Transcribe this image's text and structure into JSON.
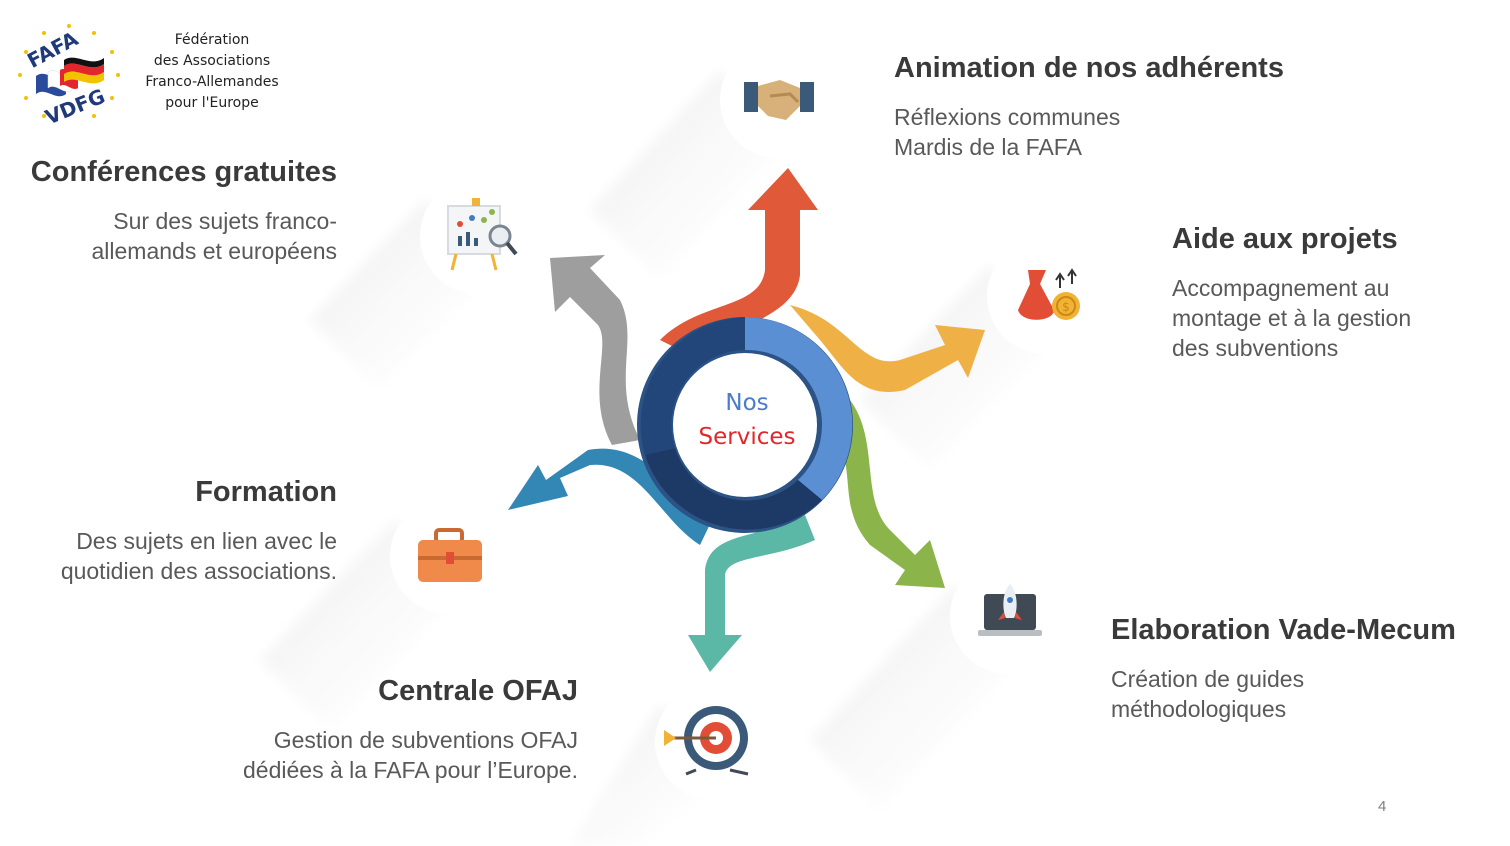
{
  "logo": {
    "text_top": "FAFA",
    "text_bottom": "VDFG",
    "org_lines": [
      "Fédération",
      "des Associations",
      "Franco-Allemandes",
      "pour l'Europe"
    ]
  },
  "center": {
    "line1": "Nos",
    "line2": "Services"
  },
  "services": [
    {
      "title": "Animation de nos adhérents",
      "lines": [
        "Réflexions communes",
        "Mardis de la FAFA"
      ],
      "icon": "handshake-icon",
      "color": "#e05a3a"
    },
    {
      "title": "Aide aux projets",
      "lines": [
        "Accompagnement au",
        "montage et à la gestion",
        "des subventions"
      ],
      "icon": "money-bag-icon",
      "color": "#efb146"
    },
    {
      "title": "Elaboration Vade-Mecum",
      "lines": [
        "Création de guides",
        "méthodologiques"
      ],
      "icon": "laptop-rocket-icon",
      "color": "#8bb54b"
    },
    {
      "title": "Centrale OFAJ",
      "lines": [
        "Gestion de subventions OFAJ",
        "dédiées à la FAFA pour l’Europe."
      ],
      "icon": "target-icon",
      "color": "#5cb8a6"
    },
    {
      "title": "Formation",
      "lines": [
        "Des sujets en lien avec le",
        "quotidien des associations."
      ],
      "icon": "briefcase-icon",
      "color": "#3287b5"
    },
    {
      "title": "Conférences gratuites",
      "lines": [
        "Sur des sujets franco-",
        "allemands et européens"
      ],
      "icon": "presentation-chart-icon",
      "color": "#9e9e9e"
    }
  ],
  "colors": {
    "ring_outer_blue": "#5b8fd3",
    "ring_dark_navy": "#1d3a66",
    "ring_mid_navy": "#2c5385"
  },
  "page_number": "4"
}
